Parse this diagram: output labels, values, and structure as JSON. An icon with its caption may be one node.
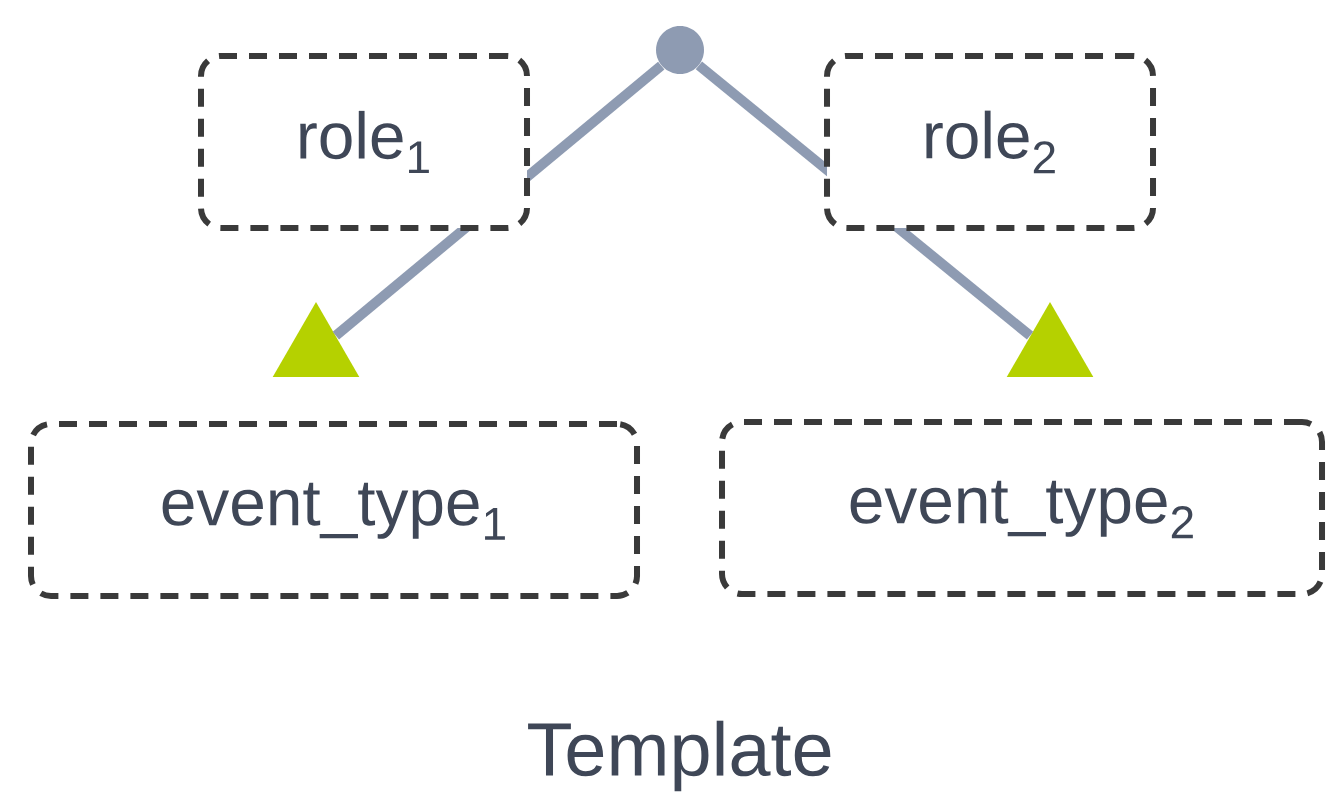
{
  "diagram": {
    "caption": "Template",
    "nodes": [
      {
        "text": [],
        "shape": "circle"
      },
      {
        "text": [],
        "shape": "triangle"
      },
      {
        "text": [],
        "shape": "triangle"
      },
      {
        "text": [
          "event_type$_{1}$"
        ]
      },
      {
        "text": [
          "event_type$_{2}$"
        ]
      }
    ],
    "edges": [
      {
        "from": 0,
        "to": 1,
        "arrow": "none",
        "label": "role$_{1}$"
      },
      {
        "from": 0,
        "to": 2,
        "arrow": "none",
        "label": "role$_{2}$"
      }
    ]
  }
}
